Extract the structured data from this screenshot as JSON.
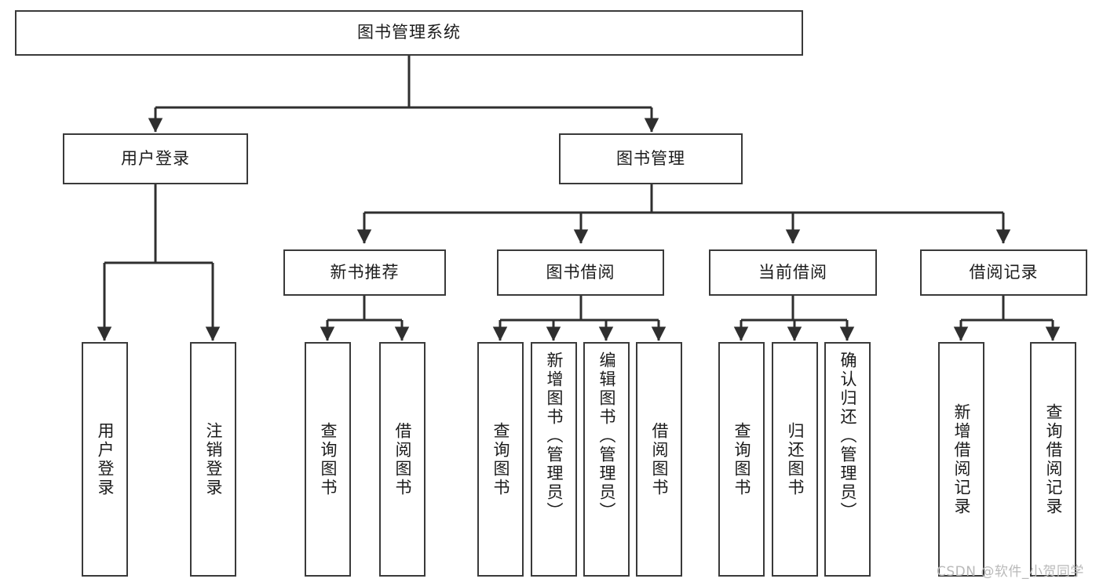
{
  "diagram": {
    "title": "图书管理系统",
    "type": "tree-hierarchy-diagram",
    "colors": {
      "box_border": "#3a3a3a",
      "box_fill": "#ffffff",
      "connector": "#2f2f2f",
      "text": "#1b1b1b",
      "watermark": "#b9b9b9",
      "background": "#ffffff"
    },
    "root": {
      "label": "图书管理系统"
    },
    "level2": [
      {
        "id": "user-login",
        "label": "用户登录"
      },
      {
        "id": "book-management",
        "label": "图书管理"
      }
    ],
    "level3": [
      {
        "id": "new-book-recommend",
        "label": "新书推荐",
        "parent": "book-management"
      },
      {
        "id": "book-borrow",
        "label": "图书借阅",
        "parent": "book-management"
      },
      {
        "id": "current-borrow",
        "label": "当前借阅",
        "parent": "book-management"
      },
      {
        "id": "borrow-record",
        "label": "借阅记录",
        "parent": "book-management"
      }
    ],
    "leaves": {
      "user_login": [
        {
          "id": "leaf-user-login",
          "label": "用户登录"
        },
        {
          "id": "leaf-user-logout",
          "label": "注销登录"
        }
      ],
      "new_book_recommend": [
        {
          "id": "leaf-query-book-1",
          "label": "查询图书"
        },
        {
          "id": "leaf-borrow-book-1",
          "label": "借阅图书"
        }
      ],
      "book_borrow": [
        {
          "id": "leaf-query-book-2",
          "label": "查询图书"
        },
        {
          "id": "leaf-add-book",
          "label": "新增图书（管理员）"
        },
        {
          "id": "leaf-edit-book",
          "label": "编辑图书（管理员）"
        },
        {
          "id": "leaf-borrow-book-2",
          "label": "借阅图书"
        }
      ],
      "current_borrow": [
        {
          "id": "leaf-query-book-3",
          "label": "查询图书"
        },
        {
          "id": "leaf-return-book",
          "label": "归还图书"
        },
        {
          "id": "leaf-confirm-return",
          "label": "确认归还（管理员）"
        }
      ],
      "borrow_record": [
        {
          "id": "leaf-add-record",
          "label": "新增借阅记录"
        },
        {
          "id": "leaf-query-record",
          "label": "查询借阅记录"
        }
      ]
    },
    "watermark": "CSDN @软件_小贺同学"
  }
}
